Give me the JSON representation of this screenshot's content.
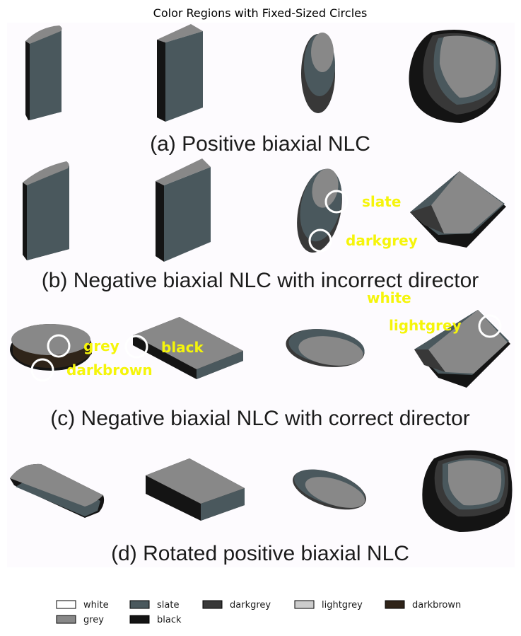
{
  "title": "Color Regions with Fixed-Sized Circles",
  "captions": {
    "a": "(a) Positive biaxial NLC",
    "b": "(b) Negative biaxial NLC with incorrect director",
    "c": "(c) Negative biaxial NLC with correct director",
    "d": "(d) Rotated positive biaxial NLC"
  },
  "annotations": {
    "slate": "slate",
    "darkgrey": "darkgrey",
    "white": "white",
    "lightgrey": "lightgrey",
    "grey": "grey",
    "black": "black",
    "darkbrown": "darkbrown"
  },
  "colors": {
    "white": "#ffffff",
    "grey": "#888888",
    "slate": "#4a585d",
    "black": "#141414",
    "darkgrey": "#383838",
    "lightgrey": "#cccccc",
    "darkbrown": "#2f2419",
    "annotation": "#f5f50a",
    "background": "#fdfbfe"
  },
  "legend": [
    {
      "label": "white",
      "color": "#ffffff"
    },
    {
      "label": "slate",
      "color": "#4a585d"
    },
    {
      "label": "darkgrey",
      "color": "#383838"
    },
    {
      "label": "lightgrey",
      "color": "#cccccc"
    },
    {
      "label": "darkbrown",
      "color": "#2f2419"
    },
    {
      "label": "grey",
      "color": "#888888"
    },
    {
      "label": "black",
      "color": "#141414"
    }
  ]
}
